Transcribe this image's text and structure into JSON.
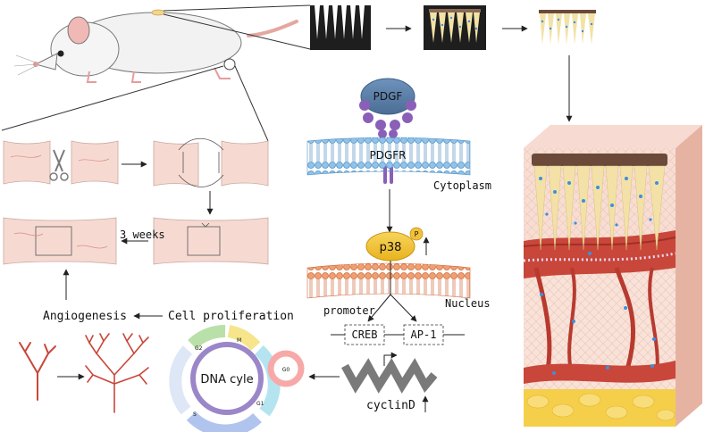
{
  "labels": {
    "pdgf": "PDGF",
    "pdgfr": "PDGFR",
    "cytoplasm": "Cytoplasm",
    "p38": "p38",
    "p_badge": "P",
    "nucleus": "Nucleus",
    "promoter": "promoter",
    "creb": "CREB",
    "ap1": "AP-1",
    "cyclind": "cyclinD",
    "three_weeks": "3 weeks",
    "angiogenesis": "Angiogenesis",
    "cell_proliferation": "Cell proliferation",
    "dna_cycle": "DNA cyle",
    "g0": "G0",
    "g1": "G1",
    "g2": "G2",
    "m": "M",
    "s": "S"
  },
  "colors": {
    "membrane_blue": "#8fc3ea",
    "membrane_orange": "#f0a070",
    "pdgf": "#5b7fa6",
    "receptor_purple": "#8a5fb8",
    "p38_yellow": "#f2c13a",
    "skin_pink": "#f6dad2",
    "vessel_red": "#c9463a",
    "fat_yellow": "#f5cf4a",
    "needle_yellow": "#f3e2a6",
    "dot_blue": "#3b8fe0"
  }
}
